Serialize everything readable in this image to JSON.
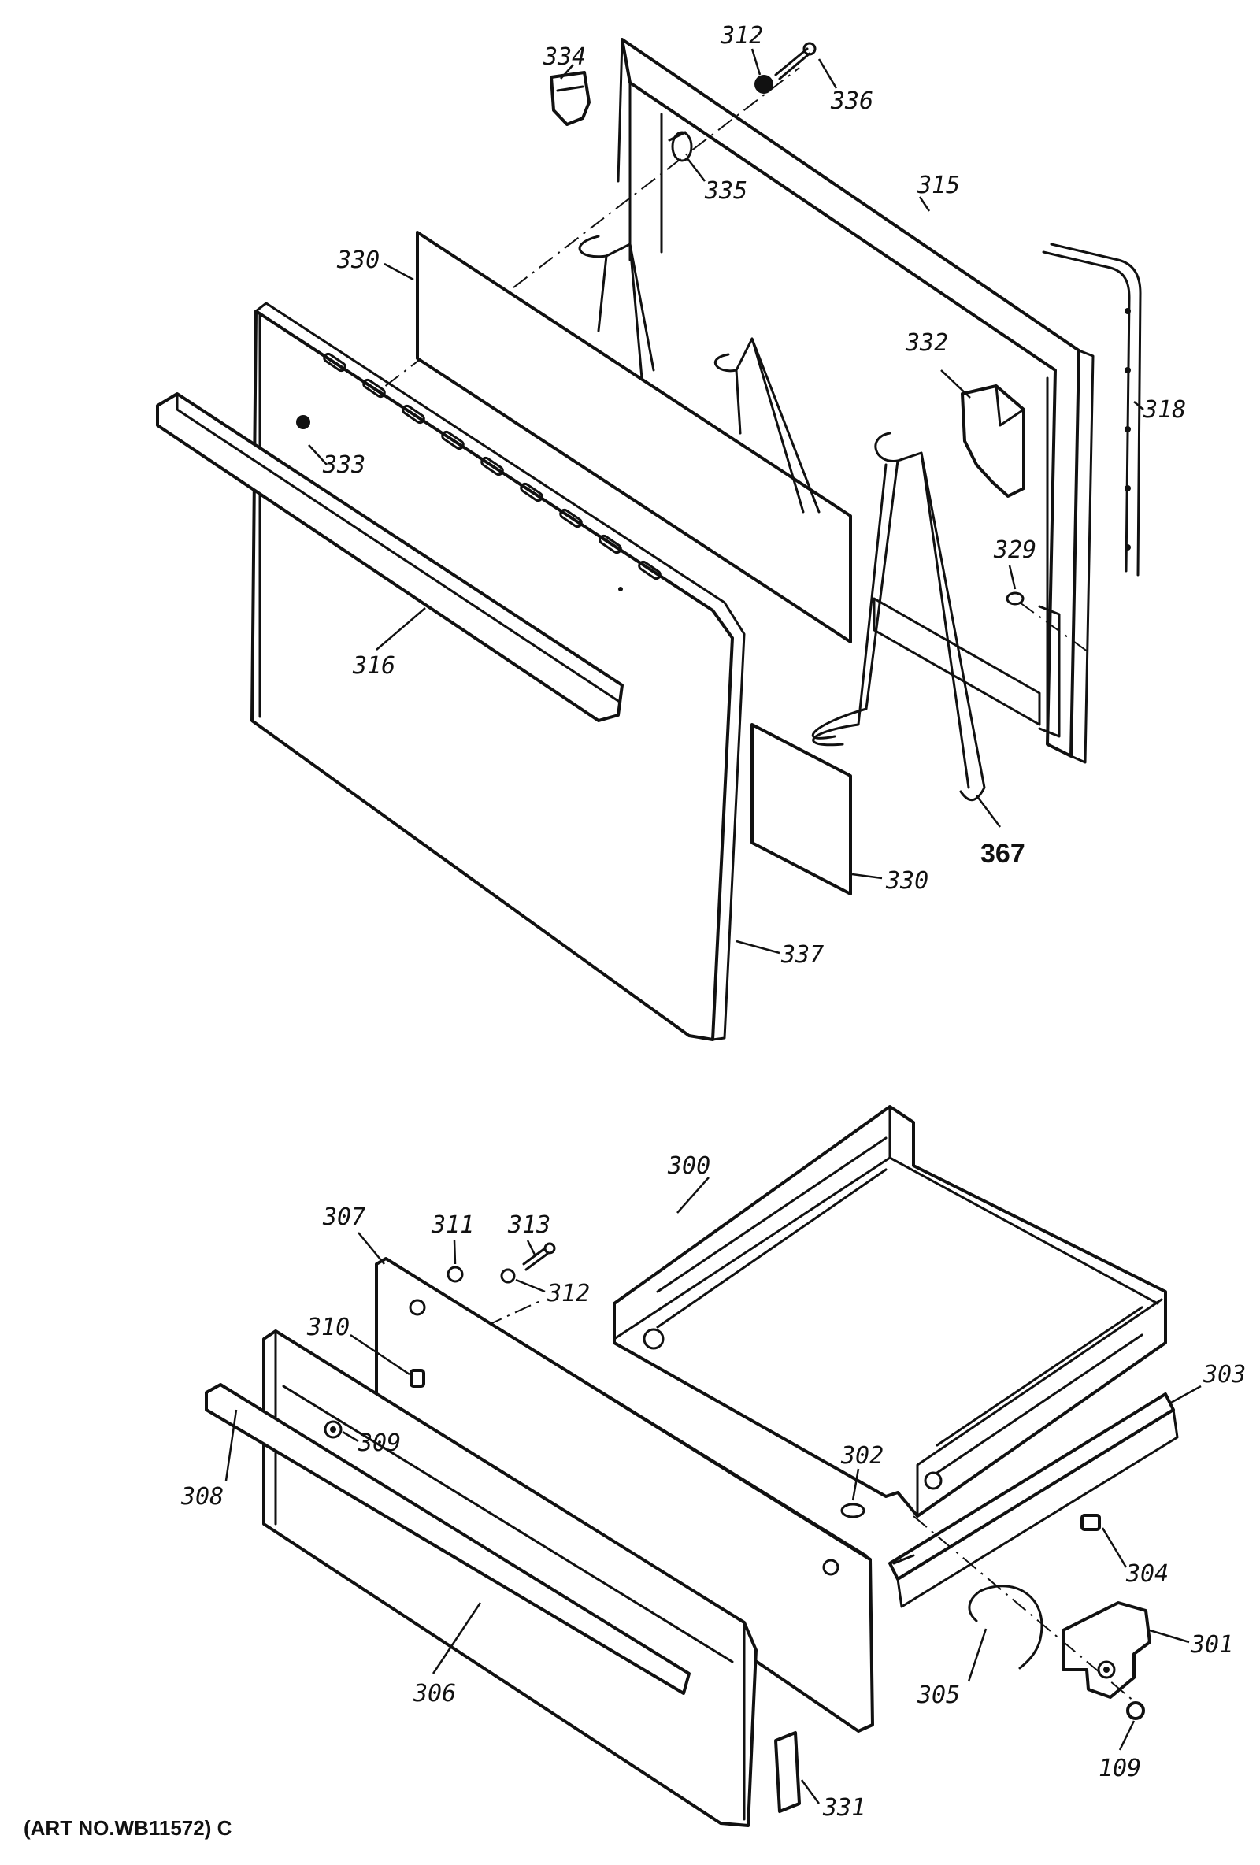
{
  "diagram": {
    "art_number": "(ART NO.WB11572) C",
    "upper_assembly": {
      "callouts": {
        "c334": "334",
        "c312": "312",
        "c336": "336",
        "c335": "335",
        "c315": "315",
        "c330a": "330",
        "c333": "333",
        "c332": "332",
        "c318": "318",
        "c329": "329",
        "c316": "316",
        "c367": "367",
        "c330b": "330",
        "c337": "337"
      }
    },
    "lower_assembly": {
      "callouts": {
        "c300": "300",
        "c307": "307",
        "c311": "311",
        "c313": "313",
        "c310": "310",
        "c312": "312",
        "c303": "303",
        "c302": "302",
        "c308": "308",
        "c309": "309",
        "c304": "304",
        "c301": "301",
        "c305": "305",
        "c306": "306",
        "c109": "109",
        "c331": "331"
      }
    }
  }
}
